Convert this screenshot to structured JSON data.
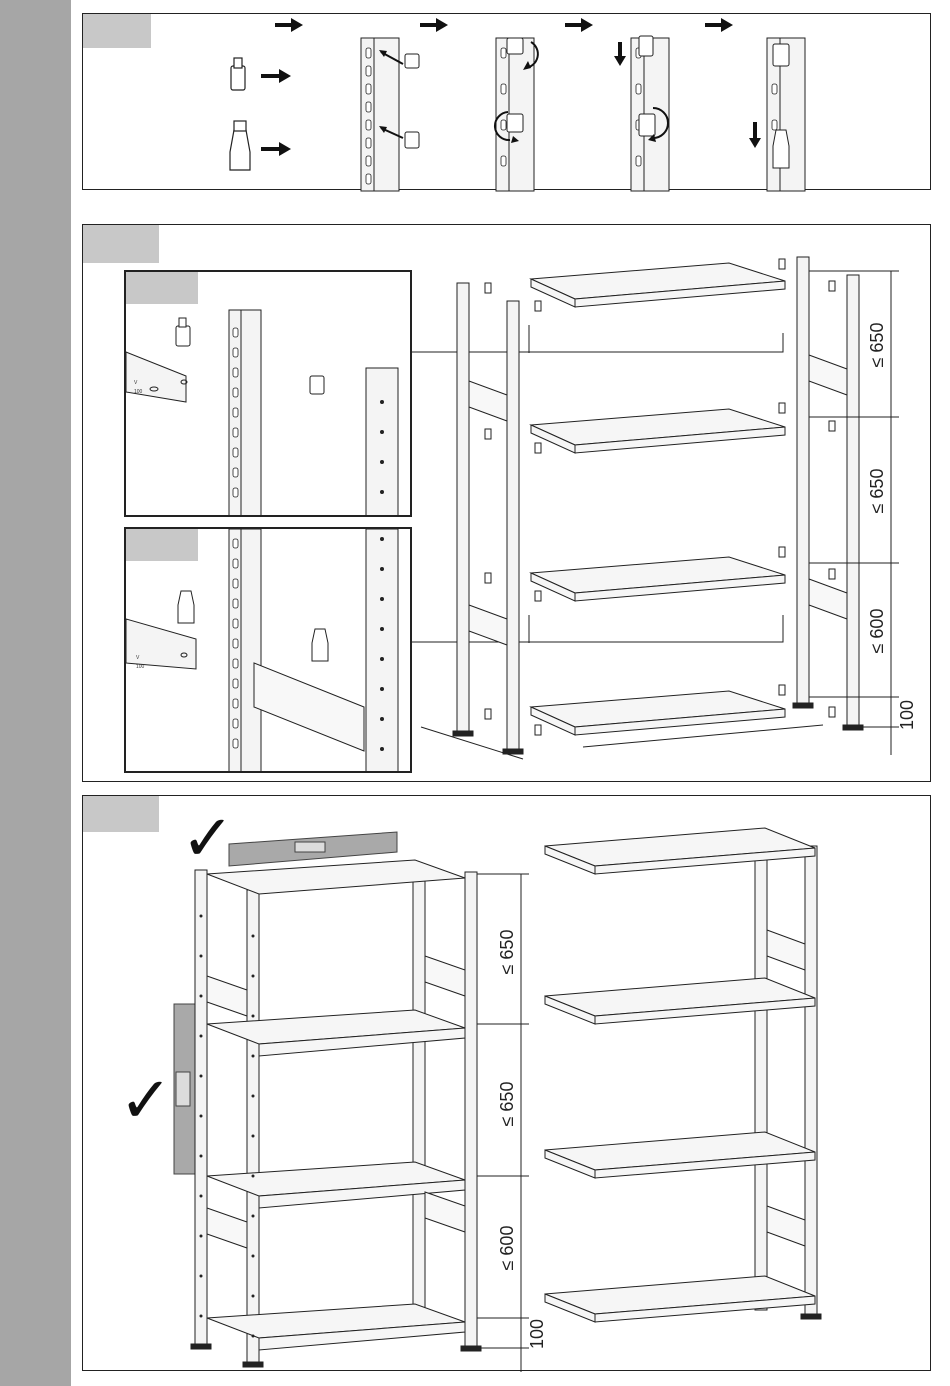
{
  "dimensions": {
    "spacing_top": "≤ 650",
    "spacing_middle": "≤ 650",
    "spacing_bottom": "≤ 600",
    "floor_clearance": "100"
  },
  "shelf_labels": {
    "inset_mark": "100",
    "inset_v": "V"
  },
  "check_marks": {
    "level_horizontal": "✓",
    "level_vertical": "✓"
  },
  "colors": {
    "side_strip": "#a6a6a6",
    "tab": "#c8c8c8",
    "level_tool": "#a9a9a9",
    "line": "#222222"
  }
}
